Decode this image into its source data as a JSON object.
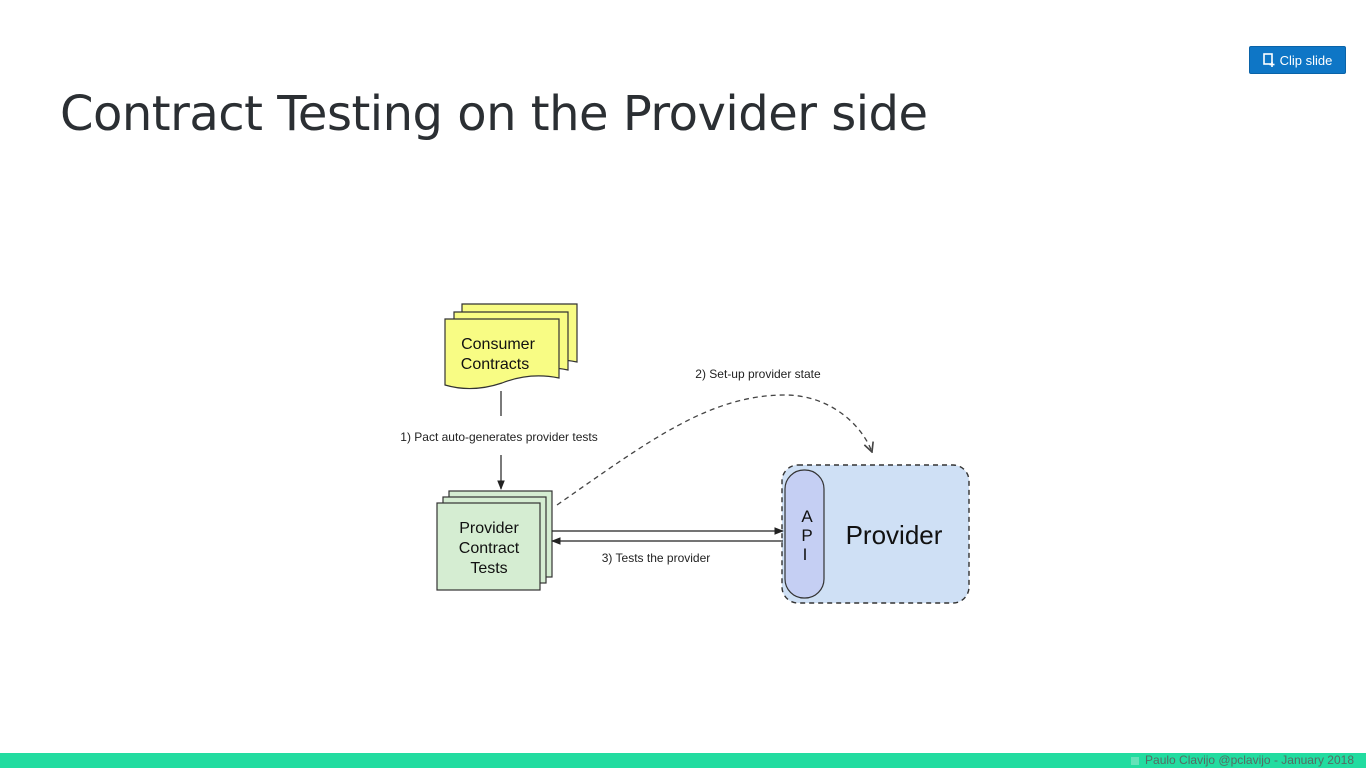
{
  "toolbar": {
    "clip_label": "Clip slide",
    "clip_icon": "clip-icon",
    "accent": "#0e76c6"
  },
  "slide": {
    "title": "Contract Testing on the Provider side",
    "footer": "Paulo Clavijo @pclavijo  -  January 2018",
    "footer_color": "#22dca0"
  },
  "diagram": {
    "consumer_contracts": {
      "line1": "Consumer",
      "line2": "Contracts",
      "fill": "#f8fc84"
    },
    "provider_tests": {
      "line1": "Provider",
      "line2": "Contract",
      "line3": "Tests",
      "fill": "#d5edd2"
    },
    "provider": {
      "label": "Provider",
      "fill": "#cfe0f5"
    },
    "api": {
      "a": "A",
      "p": "P",
      "i": "I",
      "fill": "#c5cff3"
    },
    "steps": {
      "step1": "1) Pact auto-generates provider tests",
      "step2": "2) Set-up provider state",
      "step3": "3) Tests the provider"
    }
  }
}
